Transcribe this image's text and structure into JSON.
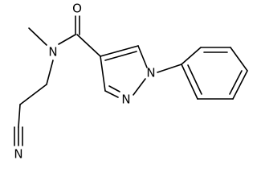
{
  "atoms": {
    "carbonyl_oxygen": "O",
    "amide_nitrogen": "N",
    "pyrazole_n1": "N",
    "pyrazole_n2": "N",
    "nitrile_nitrogen": "N"
  },
  "colors": {
    "bond": "#000000",
    "background": "#ffffff"
  }
}
